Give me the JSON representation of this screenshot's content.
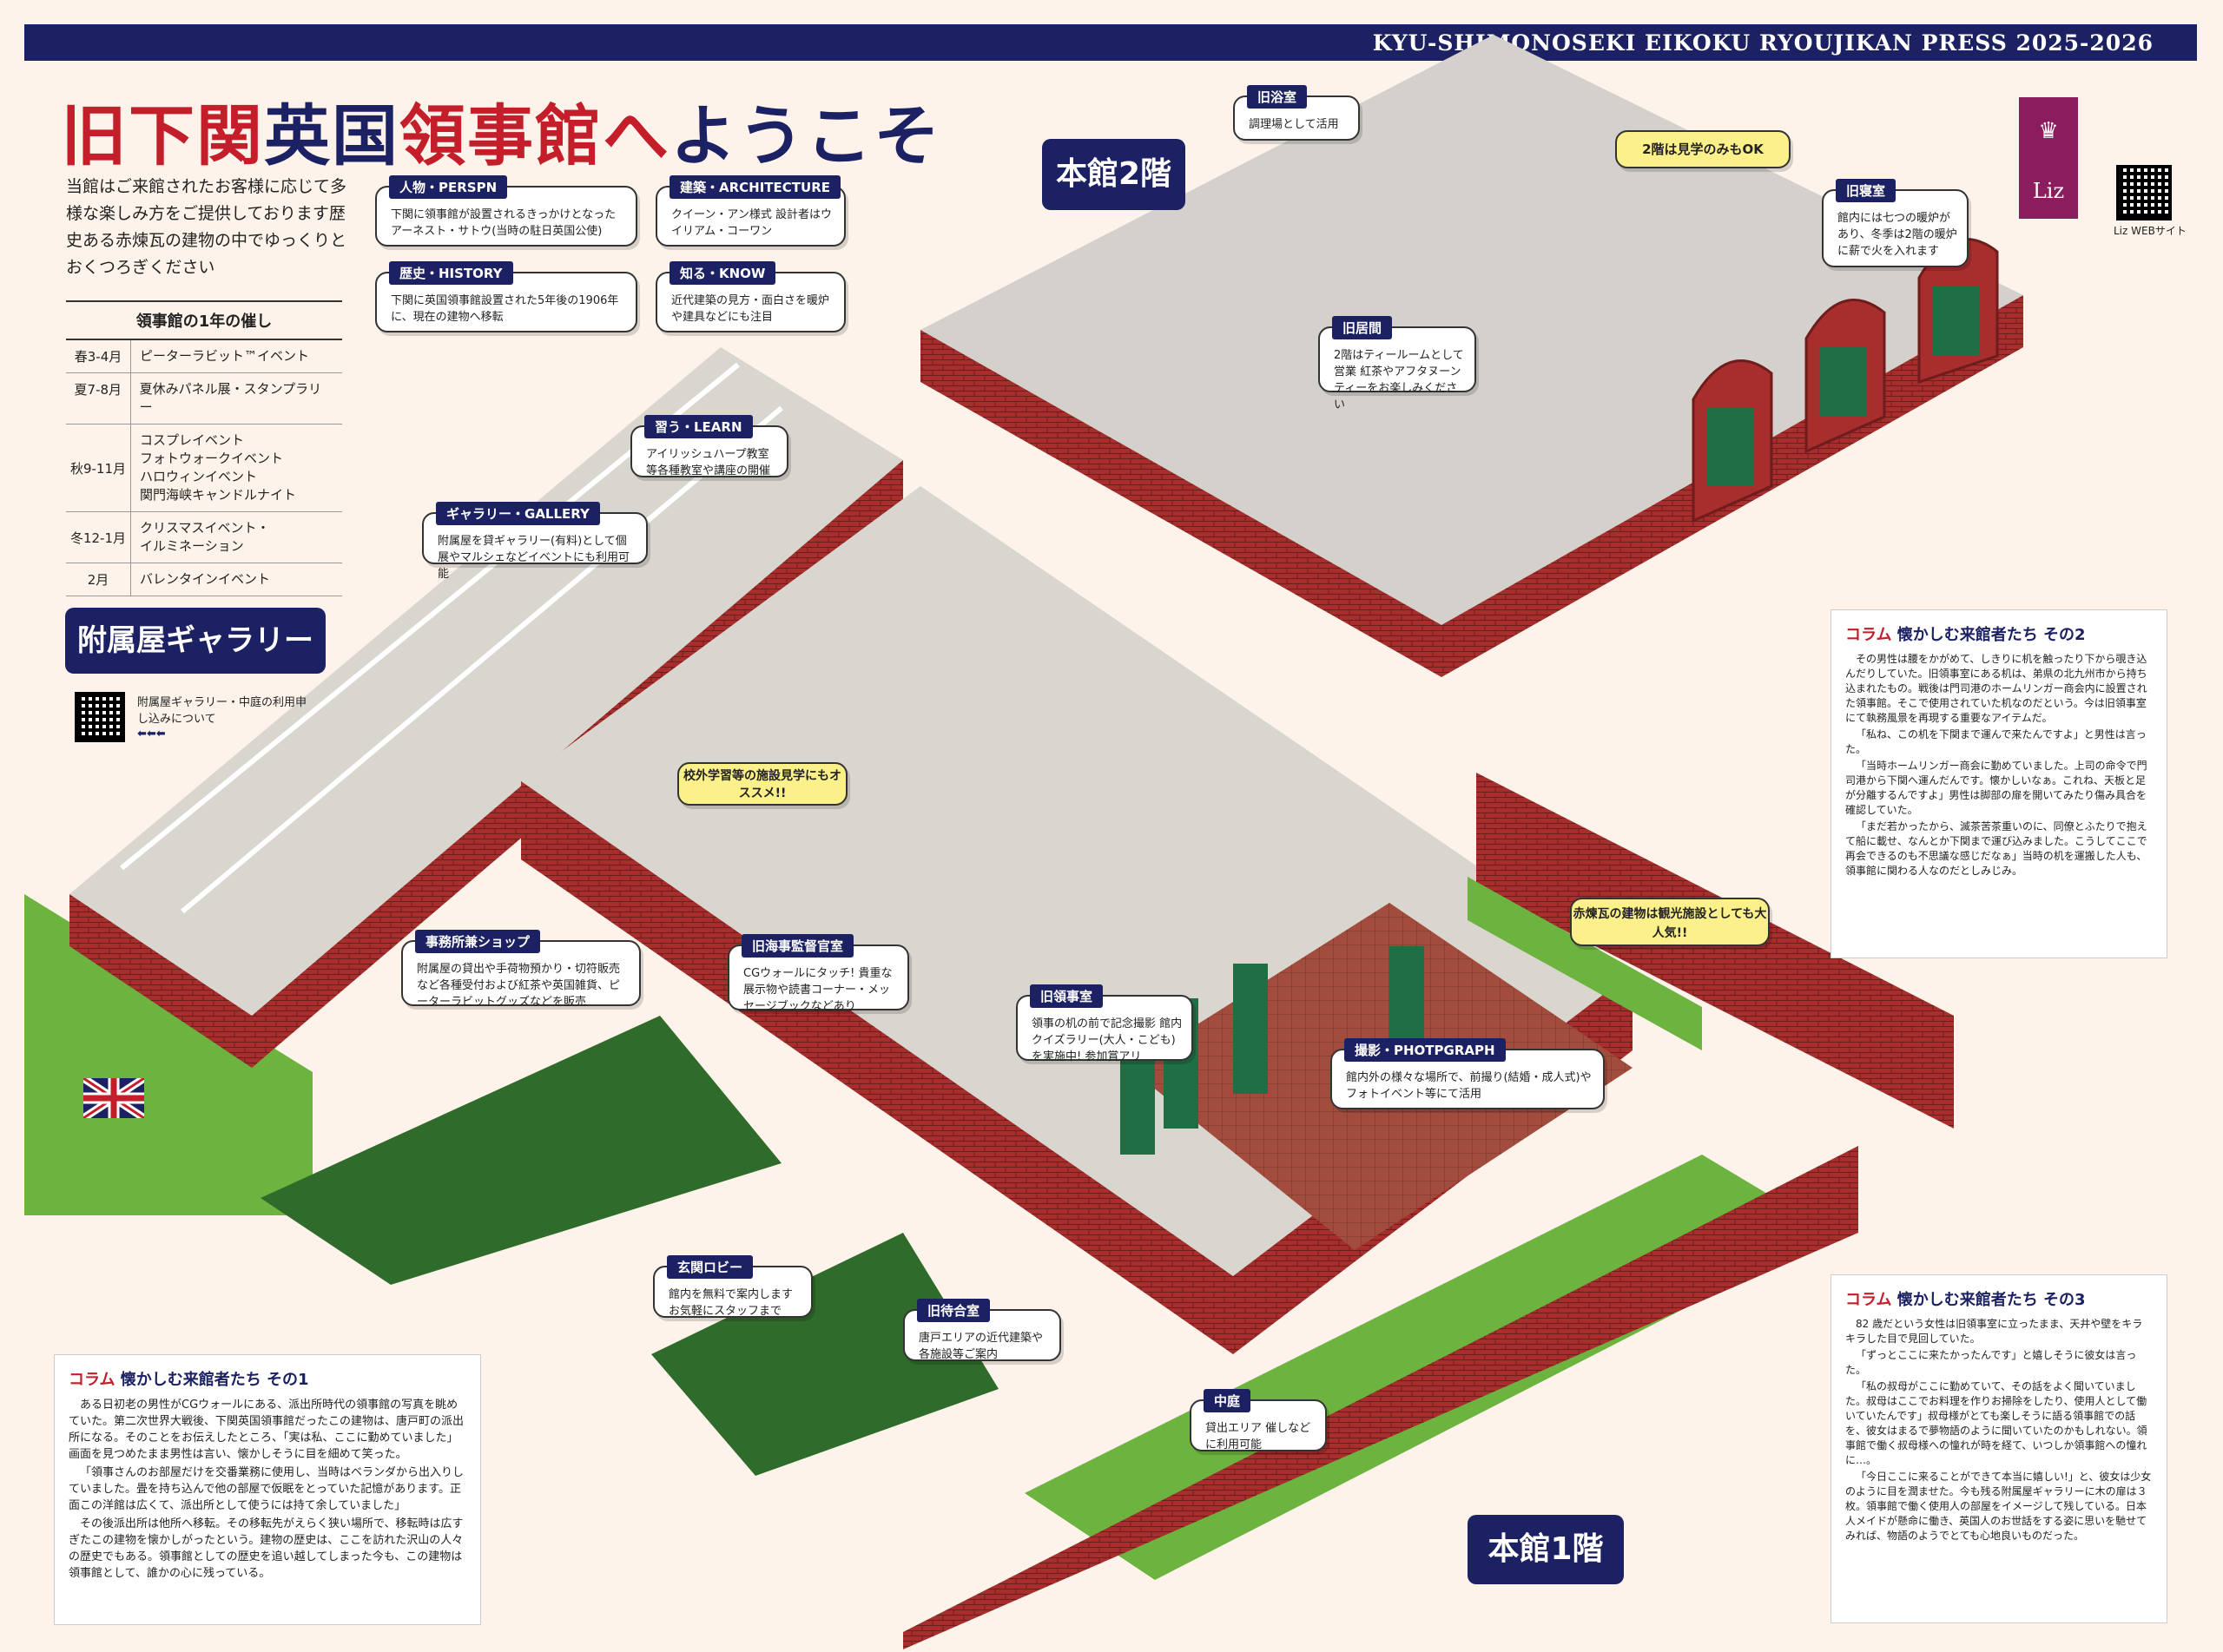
{
  "header": {
    "press_title": "KYU-SHIMONOSEKI EIKOKU RYOUJIKAN PRESS 2025-2026"
  },
  "title": {
    "part1": "旧下関",
    "part2": "英国",
    "part3": "領事館",
    "part4": "へ",
    "part5": "ようこそ"
  },
  "intro": "当館はご来館されたお客様に応じて多様な楽しみ方をご提供しております歴史ある赤煉瓦の建物の中でゆっくりとおくつろぎください",
  "categories": [
    {
      "label": "人物・PERSPN",
      "text": "下関に領事館が設置されるきっかけとなったアーネスト・サトウ(当時の駐日英国公使)"
    },
    {
      "label": "建築・ARCHITECTURE",
      "text": "クイーン・アン様式 設計者はウイリアム・コーワン"
    },
    {
      "label": "歴史・HISTORY",
      "text": "下関に英国領事館設置された5年後の1906年に、現在の建物へ移転"
    },
    {
      "label": "知る・KNOW",
      "text": "近代建築の見方・面白さを暖炉や建具などにも注目"
    }
  ],
  "events": {
    "title": "領事館の1年の催し",
    "rows": [
      {
        "season": "春3-4月",
        "items": "ピーターラビット™イベント"
      },
      {
        "season": "夏7-8月",
        "items": "夏休みパネル展・スタンプラリー"
      },
      {
        "season": "秋9-11月",
        "items": "コスプレイベント\nフォトウォークイベント\nハロウィンイベント\n関門海峡キャンドルナイト"
      },
      {
        "season": "冬12-1月",
        "items": "クリスマスイベント・\nイルミネーション"
      },
      {
        "season": "2月",
        "items": "バレンタインイベント"
      }
    ]
  },
  "annex": {
    "tag": "附属屋ギャラリー",
    "qr_caption": "附属屋ギャラリー・中庭の利用申し込みについて",
    "qr_arrows": "⬅⬅⬅"
  },
  "floor2_tag": "本館2階",
  "floor1_tag": "本館1階",
  "logo": {
    "name": "Liz",
    "caption": "Liz WEBサイト"
  },
  "callouts": {
    "bath": {
      "label": "旧浴室",
      "text": "調理場として活用"
    },
    "viewonly": "2階は見学のみもOK",
    "bedroom": {
      "label": "旧寝室",
      "text": "館内には七つの暖炉があり、冬季は2階の暖炉に薪で火を入れます"
    },
    "living": {
      "label": "旧居間",
      "text": "2階はティールームとして営業 紅茶やアフタヌーンティーをお楽しみください"
    },
    "learn": {
      "label": "習う・LEARN",
      "text": "アイリッシュハープ教室等各種教室や講座の開催"
    },
    "gallery": {
      "label": "ギャラリー・GALLERY",
      "text": "附属屋を貸ギャラリー(有料)として個展やマルシェなどイベントにも利用可能"
    },
    "school": "校外学習等の施設見学にもオススメ!!",
    "shop": {
      "label": "事務所兼ショップ",
      "text": "附属屋の貸出や手荷物預かり・切符販売など各種受付および紅茶や英国雑貨、ピーターラビットグッズなどを販売"
    },
    "customs": {
      "label": "旧海事監督官室",
      "text": "CGウォールにタッチ! 貴重な展示物や読書コーナー・メッセージブックなどあり"
    },
    "consul": {
      "label": "旧領事室",
      "text": "領事の机の前で記念撮影 館内クイズラリー(大人・こども)を実施中! 参加賞アリ"
    },
    "photo": {
      "label": "撮影・PHOTPGRAPH",
      "text": "館内外の様々な場所で、前撮り(結婚・成人式)やフォトイベント等にて活用"
    },
    "brick": "赤煉瓦の建物は観光施設としても大人気!!",
    "lobby": {
      "label": "玄関ロビー",
      "text": "館内を無料で案内しますお気軽にスタッフまで"
    },
    "waiting": {
      "label": "旧待合室",
      "text": "唐戸エリアの近代建築や各施設等ご案内"
    },
    "courtyard": {
      "label": "中庭",
      "text": "貸出エリア 催しなどに利用可能"
    }
  },
  "columns": {
    "c1": {
      "title_red": "コラム",
      "title": "懐かしむ来館者たち その1",
      "paras": [
        "ある日初老の男性がCGウォールにある、派出所時代の領事館の写真を眺めていた。第二次世界大戦後、下関英国領事館だったこの建物は、唐戸町の派出所になる。そのことをお伝えしたところ、「実は私、ここに勤めていました」画面を見つめたまま男性は言い、懐かしそうに目を細めて笑った。",
        "「領事さんのお部屋だけを交番業務に使用し、当時はベランダから出入りしていました。畳を持ち込んで他の部屋で仮眠をとっていた記憶があります。正面この洋館は広くて、派出所として使うには持て余していました」",
        "その後派出所は他所へ移転。その移転先がえらく狭い場所で、移転時は広すぎたこの建物を懐かしがったという。建物の歴史は、ここを訪れた沢山の人々の歴史でもある。領事館としての歴史を追い越してしまった今も、この建物は領事館として、誰かの心に残っている。"
      ]
    },
    "c2": {
      "title_red": "コラム",
      "title": "懐かしむ来館者たち その2",
      "paras": [
        "その男性は腰をかがめて、しきりに机を触ったり下から覗き込んだりしていた。旧領事室にある机は、弟県の北九州市から持ち込まれたもの。戦後は門司港のホームリンガー商会内に設置された領事館。そこで使用されていた机なのだという。今は旧領事室にて執務風景を再現する重要なアイテムだ。",
        "「私ね、この机を下関まで運んで来たんですよ」と男性は言った。",
        "「当時ホームリンガー商会に勤めていました。上司の命令で門司港から下関へ運んだんです。懐かしいなぁ。これね、天板と足が分離するんですよ」男性は脚部の扉を開いてみたり傷み具合を確認していた。",
        "「まだ若かったから、滅茶苦茶重いのに、同僚とふたりで抱えて船に載せ、なんとか下関まで運び込みました。こうしてここで再会できるのも不思議な感じだなぁ」当時の机を運搬した人も、領事館に関わる人なのだとしみじみ。"
      ]
    },
    "c3": {
      "title_red": "コラム",
      "title": "懐かしむ来館者たち その3",
      "paras": [
        "82 歳だという女性は旧領事室に立ったまま、天井や壁をキラキラした目で見回していた。",
        "「ずっとここに来たかったんです」と嬉しそうに彼女は言った。",
        "「私の叔母がここに勤めていて、その話をよく聞いていました。叔母はここでお料理を作りお掃除をしたり、使用人として働いていたんです」叔母様がとても楽しそうに語る領事館での話を、彼女はまるで夢物語のように聞いていたのかもしれない。領事館で働く叔母様への憧れが時を経て、いつしか領事館への憧れに…。",
        "「今日ここに来ることができて本当に嬉しい!」と、彼女は少女のように目を潤ませた。今も残る附属屋ギャラリーに木の扉は３枚。領事館で働く使用人の部屋をイメージして残している。日本人メイドが懸命に働き、英国人のお世話をする姿に思いを馳せてみれば、物語のようでとても心地良いものだった。"
      ]
    }
  }
}
